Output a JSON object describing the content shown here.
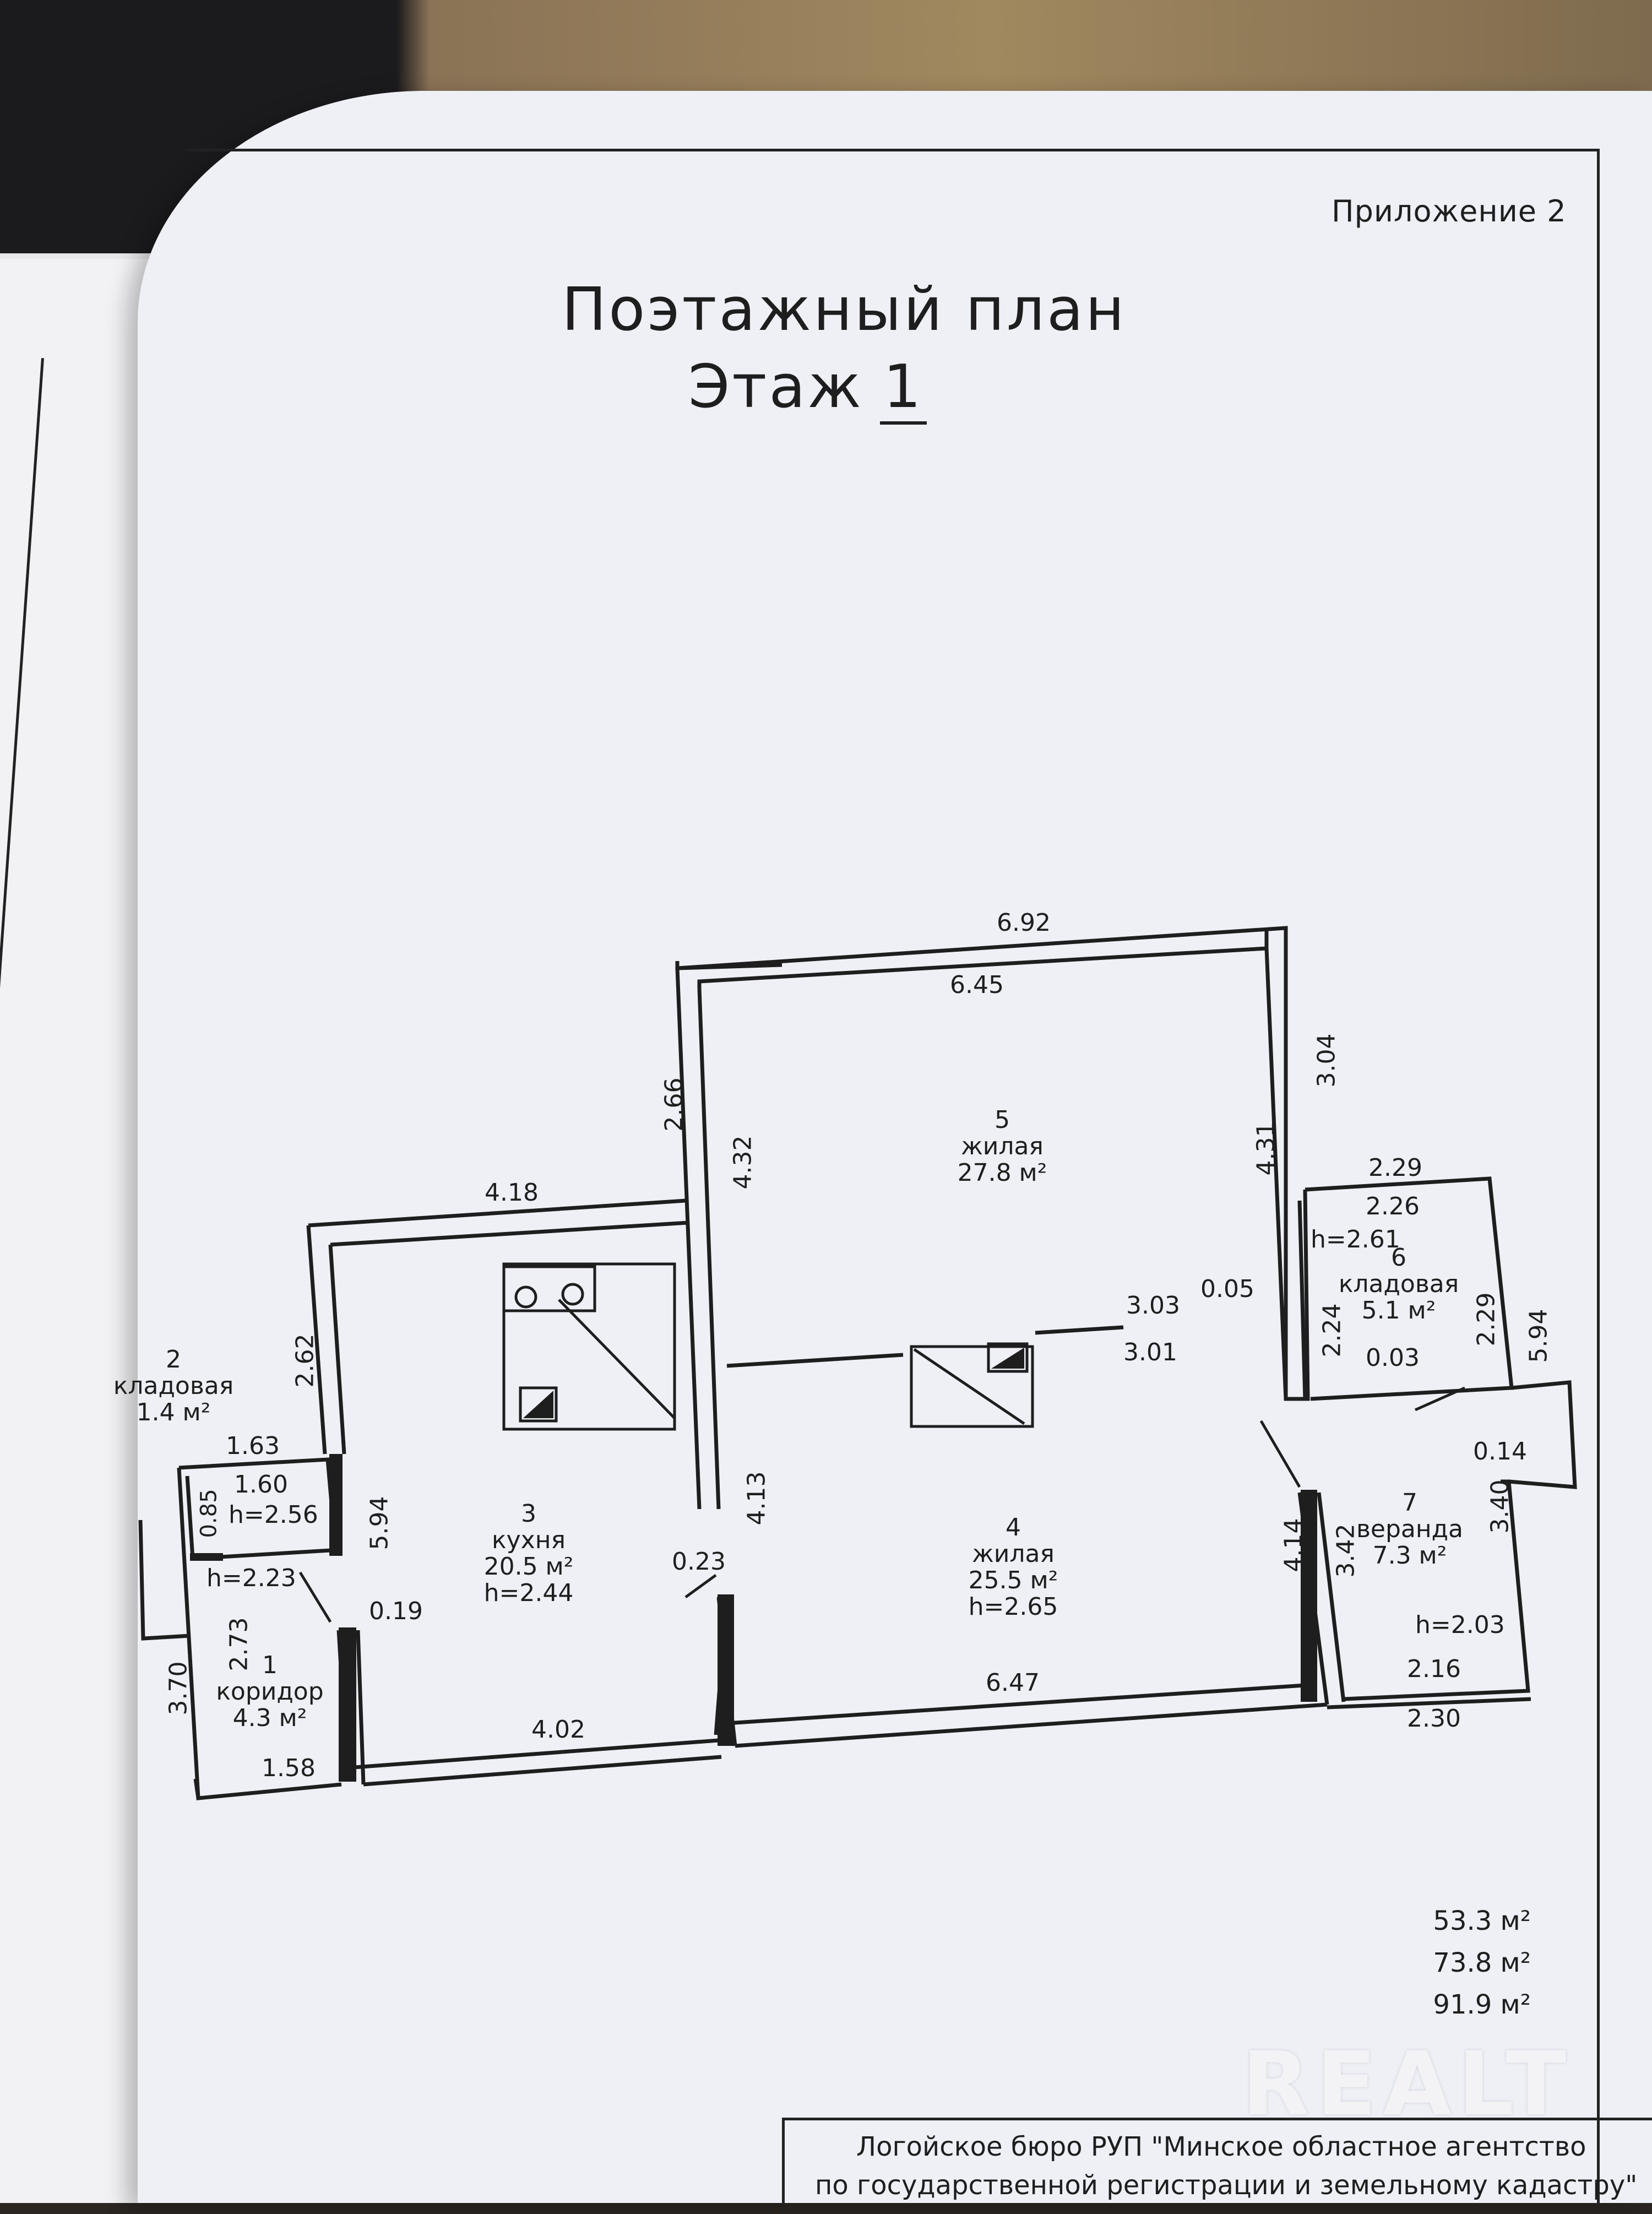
{
  "header": {
    "appendix": "Приложение  2",
    "title_line1": "Поэтажный план",
    "title_line2_prefix": "Этаж",
    "floor_number": "1"
  },
  "rooms": {
    "r1": {
      "number": "1",
      "name": "коридор",
      "area": "4.3  м²"
    },
    "r2": {
      "number": "2",
      "name": "кладовая",
      "area": "1.4  м²"
    },
    "r3": {
      "number": "3",
      "name": "кухня",
      "area": "20.5  м²",
      "height": "h=2.44"
    },
    "r4": {
      "number": "4",
      "name": "жилая",
      "area": "25.5  м²",
      "height": "h=2.65"
    },
    "r5": {
      "number": "5",
      "name": "жилая",
      "area": "27.8  м²"
    },
    "r6": {
      "number": "6",
      "name": "кладовая",
      "area": "5.1  м²"
    },
    "r7": {
      "number": "7",
      "name": "веранда",
      "area": "7.3  м²"
    }
  },
  "dims": {
    "d692": "6.92",
    "d645": "6.45",
    "d304": "3.04",
    "d431": "4.31",
    "d266": "2.66",
    "d432": "4.32",
    "d418": "4.18",
    "d262": "2.62",
    "d163": "1.63",
    "d160": "1.60",
    "d085": "0.85",
    "h256": "h=2.56",
    "d594a": "5.94",
    "h223": "h=2.23",
    "d273": "2.73",
    "d370": "3.70",
    "d158": "1.58",
    "d019": "0.19",
    "d402": "4.02",
    "d023": "0.23",
    "d413": "4.13",
    "d303": "3.03",
    "d301": "3.01",
    "d005": "0.05",
    "d647": "6.47",
    "d414": "4.14",
    "d229a": "2.29",
    "d226": "2.26",
    "h261": "h=2.61",
    "d224": "2.24",
    "d003": "0.03",
    "d229b": "2.29",
    "d594b": "5.94",
    "d014": "0.14",
    "d340": "3.40",
    "d342": "3.42",
    "h203": "h=2.03",
    "d216": "2.16",
    "d230": "2.30"
  },
  "totals": [
    "53.3  м²",
    "73.8  м²",
    "91.9  м²"
  ],
  "watermark": "REALT",
  "stamp": {
    "line1": "Логойское бюро РУП \"Минское областное агентство",
    "line2": "по государственной регистрации и земельному кадастру\""
  }
}
